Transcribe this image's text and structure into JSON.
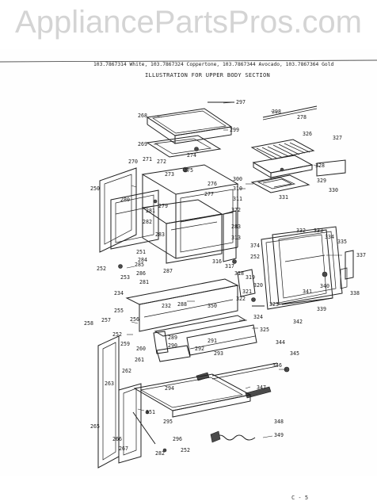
{
  "watermark": "AppliancePartsPros.com",
  "header": {
    "models_line": "103.7867314 White, 103.7867324 Coppertone, 103.7867344 Avocado, 103.7867364 Gold",
    "title": "ILLUSTRATION FOR UPPER BODY SECTION"
  },
  "page_number": "C - 5",
  "part_labels": [
    "297",
    "298",
    "278",
    "268",
    "299",
    "326",
    "327",
    "269",
    "274",
    "270",
    "271",
    "272",
    "273",
    "275",
    "328",
    "310",
    "329",
    "330",
    "276",
    "300",
    "250",
    "280",
    "277",
    "311",
    "331",
    "279",
    "372",
    "281",
    "282",
    "283",
    "332",
    "333",
    "334",
    "335",
    "337",
    "313",
    "374",
    "283",
    "252",
    "251",
    "284",
    "285",
    "317",
    "316",
    "318",
    "252",
    "286",
    "287",
    "319",
    "253",
    "281",
    "320",
    "340",
    "338",
    "234",
    "321",
    "322",
    "341",
    "323",
    "255",
    "232",
    "288",
    "350",
    "339",
    "342",
    "256",
    "257",
    "324",
    "258",
    "289",
    "325",
    "252",
    "291",
    "344",
    "259",
    "260",
    "290",
    "292",
    "293",
    "345",
    "261",
    "346",
    "262",
    "294",
    "347",
    "263",
    "351",
    "295",
    "348",
    "265",
    "349",
    "266",
    "296",
    "267",
    "282",
    "252"
  ]
}
